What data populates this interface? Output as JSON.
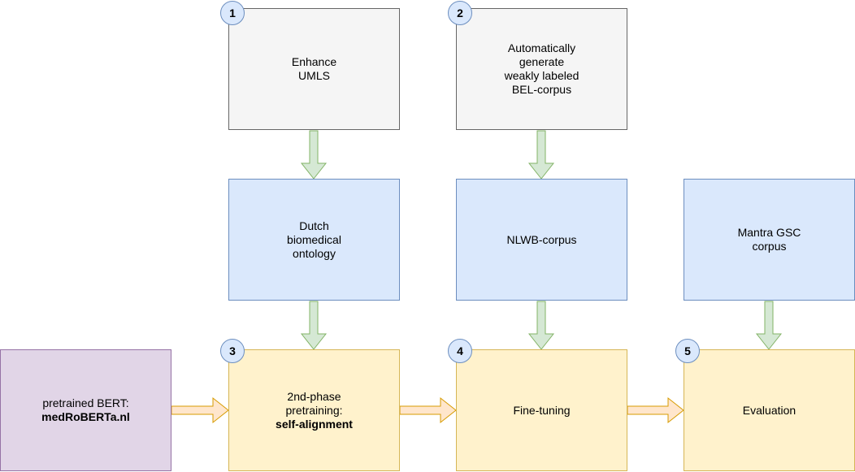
{
  "nodes": {
    "enhance_umls": {
      "lines": [
        "Enhance",
        "UMLS"
      ]
    },
    "weak_corpus": {
      "lines": [
        "Automatically",
        "generate",
        "weakly labeled",
        "BEL-corpus"
      ]
    },
    "dutch_ontology": {
      "lines": [
        "Dutch",
        "biomedical",
        "ontology"
      ]
    },
    "nlwb_corpus": {
      "lines": [
        "NLWB-corpus"
      ]
    },
    "mantra_corpus": {
      "lines": [
        "Mantra GSC",
        "corpus"
      ]
    },
    "pretrained_bert": {
      "line1": "pretrained BERT:",
      "line2": "medRoBERTa.nl"
    },
    "second_phase": {
      "line1": "2nd-phase",
      "line2": "pretraining:",
      "line3": "self-alignment"
    },
    "fine_tuning": {
      "lines": [
        "Fine-tuning"
      ]
    },
    "evaluation": {
      "lines": [
        "Evaluation"
      ]
    }
  },
  "badges": {
    "b1": "1",
    "b2": "2",
    "b3": "3",
    "b4": "4",
    "b5": "5"
  },
  "colors": {
    "grey_fill": "#f5f5f5",
    "grey_stroke": "#666666",
    "blue_fill": "#dae8fc",
    "blue_stroke": "#6c8ebf",
    "yellow_fill": "#fff2cc",
    "yellow_stroke": "#d6b656",
    "purple_fill": "#e1d5e7",
    "purple_stroke": "#9673a6",
    "green_arrow_fill": "#d5e8d4",
    "green_arrow_stroke": "#82b366",
    "orange_arrow_fill": "#ffe6cc",
    "orange_arrow_stroke": "#d79b00"
  }
}
